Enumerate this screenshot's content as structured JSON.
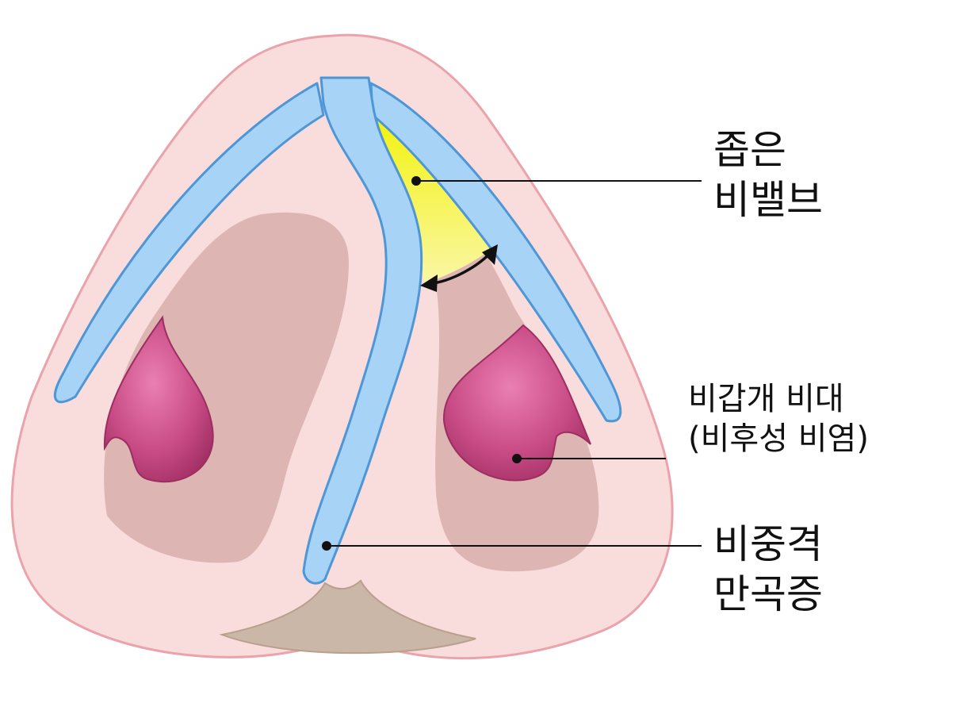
{
  "labels": {
    "valve": {
      "line1": "좁은",
      "line2": "비밸브"
    },
    "turbinate": {
      "line1": "비갑개 비대",
      "line2": "(비후성 비염)"
    },
    "septum": {
      "line1": "비중격",
      "line2": "만곡증"
    }
  },
  "colors": {
    "skin": "#f9dcdc",
    "skin_outline": "#eaa3ab",
    "cavity": "#d9b1ae",
    "cartilage": "#a7d4f6",
    "cartilage_outline": "#4f96d6",
    "valve_highlight": "#f4f53a",
    "turbinate": "#c84b85",
    "columella_base": "#cbb7a8",
    "leader": "#111111"
  }
}
